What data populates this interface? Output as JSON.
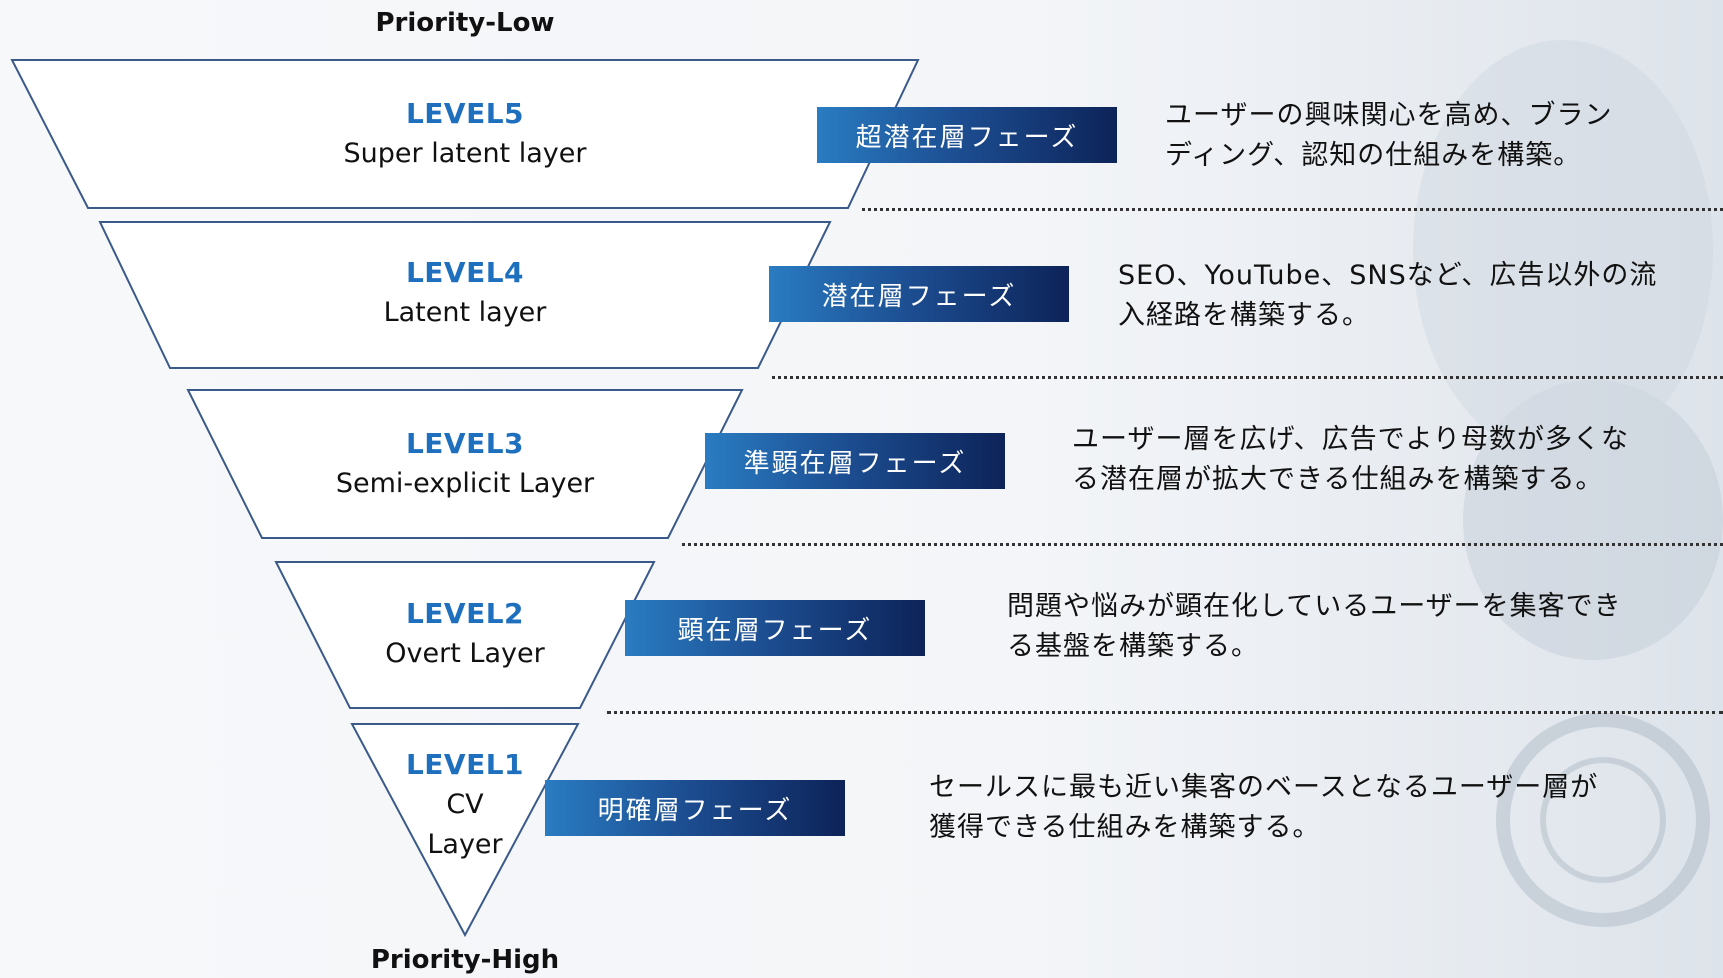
{
  "priority": {
    "top_label": "Priority-Low",
    "bottom_label": "Priority-High"
  },
  "levels": [
    {
      "level": "LEVEL5",
      "name": "Super latent layer",
      "phase": "超潜在層フェーズ",
      "description": "ユーザーの興味関心を高め、ブランディング、認知の仕組みを構築。"
    },
    {
      "level": "LEVEL4",
      "name": "Latent layer",
      "phase": "潜在層フェーズ",
      "description": "SEO、YouTube、SNSなど、広告以外の流入経路を構築する。"
    },
    {
      "level": "LEVEL3",
      "name": "Semi-explicit Layer",
      "phase": "準顕在層フェーズ",
      "description": "ユーザー層を広げ、広告でより母数が多くなる潜在層が拡大できる仕組みを構築する。"
    },
    {
      "level": "LEVEL2",
      "name": "Overt Layer",
      "phase": "顕在層フェーズ",
      "description": "問題や悩みが顕在化しているユーザーを集客できる基盤を構築する。"
    },
    {
      "level": "LEVEL1",
      "name_line1": "CV",
      "name_line2": "Layer",
      "phase": "明確層フェーズ",
      "description": "セールスに最も近い集客のベースとなるユーザー層が獲得できる仕組みを構築する。"
    }
  ],
  "desc_lines": {
    "l5a": "ユーザーの興味関心を高め、ブラン",
    "l5b": "ディング、認知の仕組みを構築。",
    "l4a": "SEO、YouTube、SNSなど、広告以外の流",
    "l4b": "入経路を構築する。",
    "l3a": "ユーザー層を広げ、広告でより母数が多くな",
    "l3b": "る潜在層が拡大できる仕組みを構築する。",
    "l2a": "問題や悩みが顕在化しているユーザーを集客でき",
    "l2b": "る基盤を構築する。",
    "l1a": "セールスに最も近い集客のベースとなるユーザー層が",
    "l1b": "獲得できる仕組みを構築する。"
  },
  "colors": {
    "level_title": "#1f6fbf",
    "tag_start": "#2a7cc2",
    "tag_end": "#0d2359",
    "outline": "#3a5a8a"
  }
}
